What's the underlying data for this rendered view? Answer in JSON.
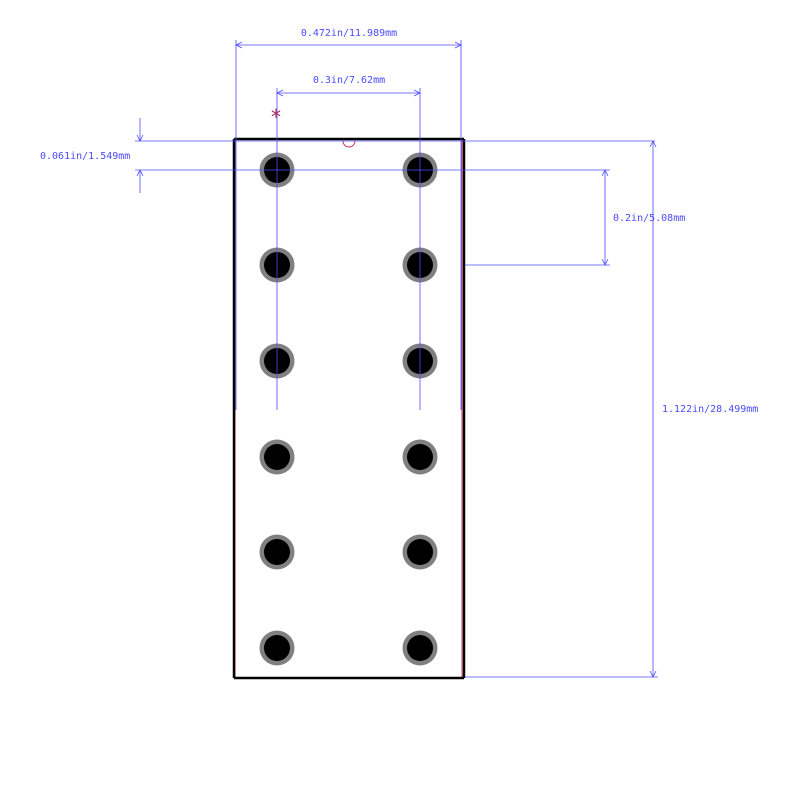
{
  "dimensions": {
    "overall_width": "0.472in/11.989mm",
    "row_spacing": "0.3in/7.62mm",
    "pad_offset": "0.061in/1.549mm",
    "pin_pitch": "0.2in/5.08mm",
    "overall_height": "1.122in/28.499mm"
  },
  "pin1_marker": "*",
  "pins": {
    "left_column": [
      "",
      "",
      "",
      "",
      "",
      ""
    ],
    "right_column": [
      "",
      "",
      "",
      "",
      "",
      ""
    ]
  },
  "colors": {
    "dimension": "#4b4bff",
    "outline": "#000000",
    "silk": "#cc3366",
    "pad_ring": "#808080",
    "pad_hole": "#000000",
    "pin1_marker": "#b0285a"
  }
}
